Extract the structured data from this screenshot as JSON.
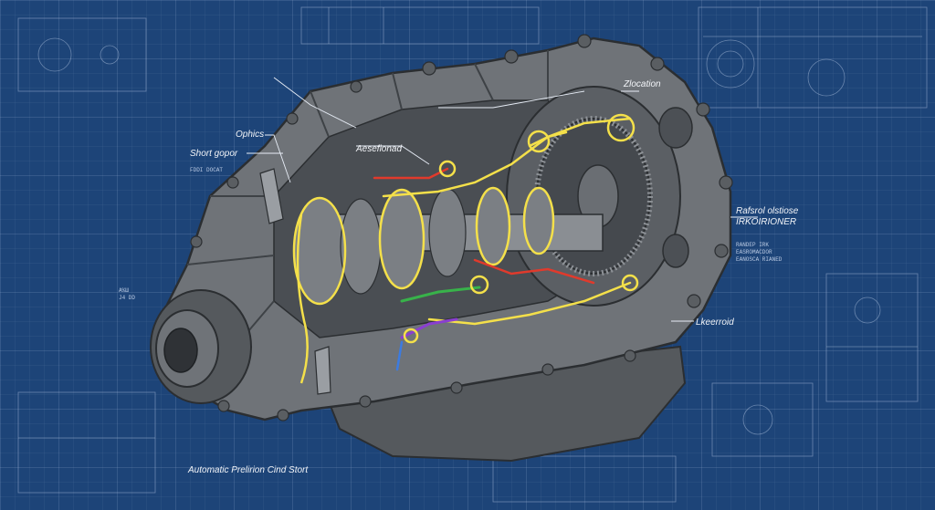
{
  "labels": {
    "location": "Zlocation",
    "ophics": "Ophics",
    "short_gopor": "Short gopor",
    "short_gopor_sub": "FDDI DOCAT",
    "assembled": "Aesefionad",
    "hydraulic": "Rafsrol olstiose",
    "hydraulic_sub": "IRKOIRIONER",
    "spec_block": "RANDEP IRK\nEASROMACDOR\nEANOSCA RIANED",
    "lower_left_code": "A%Ш\nJ4 DD",
    "lever": "Lkeerroid",
    "title": "Automatic Prelirion Cind Stort"
  },
  "colors": {
    "background": "#1d4478",
    "housing": "#6f7378",
    "housing_dark": "#3e4246",
    "highlight_yellow": "#f4e04a",
    "line_red": "#e03a2c",
    "line_green": "#38b24a",
    "line_purple": "#8a3fd0",
    "line_blue": "#3c7be0"
  },
  "icons": {
    "housing": "transmission-housing-icon",
    "torque_converter": "torque-converter-icon",
    "output_flange": "output-flange-icon"
  }
}
